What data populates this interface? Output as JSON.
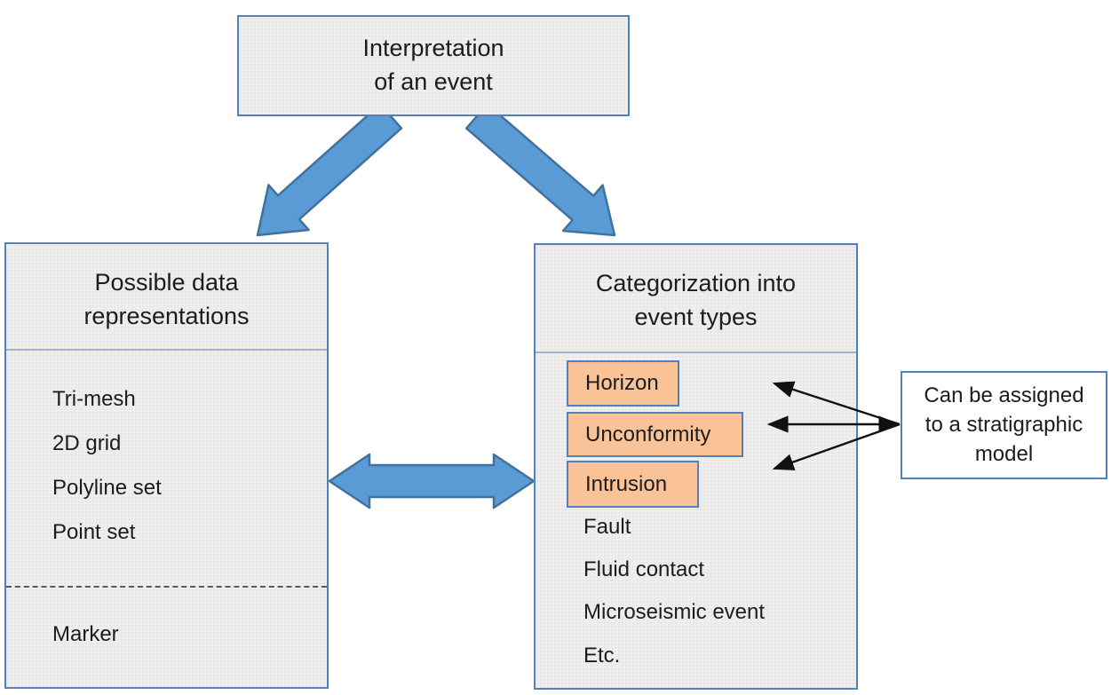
{
  "diagram": {
    "top_box": {
      "title": "Interpretation\nof an event"
    },
    "left_box": {
      "title": "Possible data\nrepresentations",
      "items": [
        "Tri-mesh",
        "2D grid",
        "Polyline set",
        "Point set"
      ],
      "separated_item": "Marker"
    },
    "right_box": {
      "title": "Categorization into\nevent types",
      "highlighted_items": [
        "Horizon",
        "Unconformity",
        "Intrusion"
      ],
      "items": [
        "Fault",
        "Fluid contact",
        "Microseismic event",
        "Etc."
      ]
    },
    "annotation_box": {
      "text": "Can be assigned\nto a stratigraphic\nmodel"
    },
    "colors": {
      "box_border": "#4f81bd",
      "box_fill": "#efeeec",
      "block_arrow_fill": "#5b9bd5",
      "block_arrow_outline": "#41719c",
      "highlight_fill": "#fac397",
      "connector_arrow": "#111111"
    }
  }
}
